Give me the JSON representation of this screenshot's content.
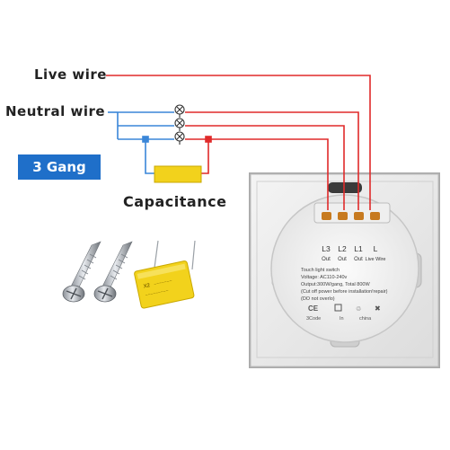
{
  "labels": {
    "live_wire": "Live wire",
    "neutral_wire": "Neutral wire",
    "gang": "3 Gang",
    "capacitance": "Capacitance"
  },
  "terminals": [
    {
      "name": "L3",
      "sub": "Out"
    },
    {
      "name": "L2",
      "sub": "Out"
    },
    {
      "name": "L1",
      "sub": "Out"
    },
    {
      "name": "L",
      "sub": "Live Wire"
    }
  ],
  "spec_lines": [
    "Touch light switch",
    "Voltage: AC110-240v",
    "Output:300W/gang, Total 800W",
    "(Cut off power before installation!repair)",
    "(DO not overlo)"
  ],
  "cert_labels": [
    "3Code",
    "In",
    "china"
  ],
  "capacitor_text": "X2",
  "colors": {
    "live": "#e02a2a",
    "neutral": "#3a86d8",
    "badge": "#1f6fc9",
    "capacitor": "#f2d21c"
  },
  "icons": [
    "bulb-icon",
    "bulb-icon",
    "bulb-icon",
    "screw-icon",
    "screw-icon"
  ]
}
